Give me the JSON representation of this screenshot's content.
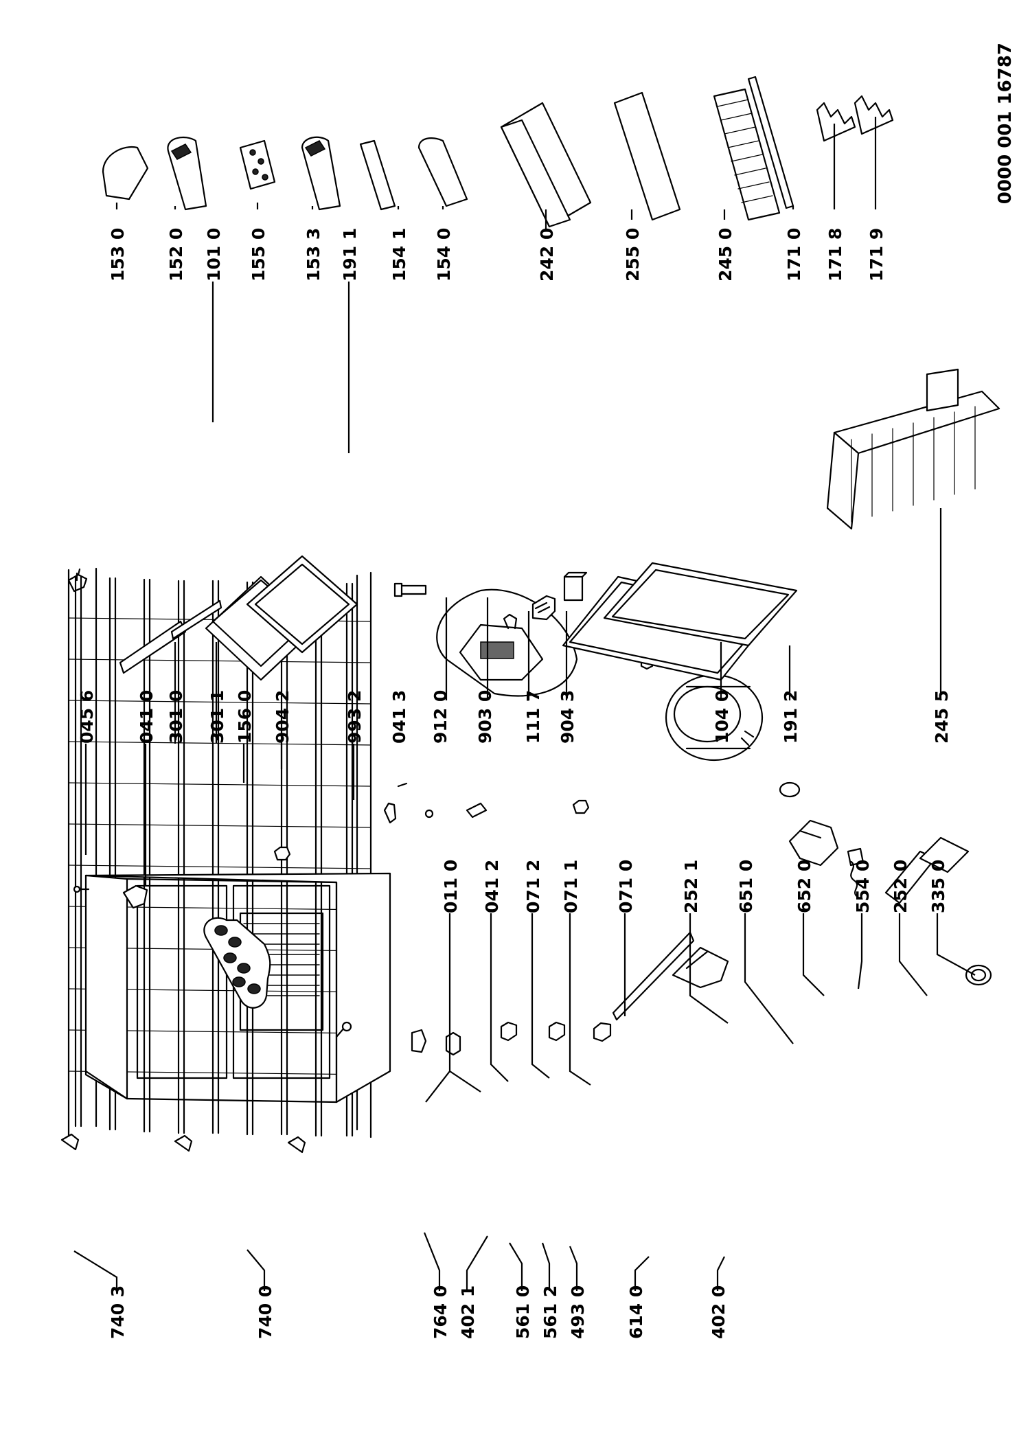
{
  "document_number": "0000 001 16787",
  "parts": [
    {
      "id": "p7403",
      "label": "740 3"
    },
    {
      "id": "p7400",
      "label": "740 0"
    },
    {
      "id": "p7640",
      "label": "764 0"
    },
    {
      "id": "p4021",
      "label": "402 1"
    },
    {
      "id": "p5610",
      "label": "561 0"
    },
    {
      "id": "p5612",
      "label": "561 2"
    },
    {
      "id": "p4930",
      "label": "493 0"
    },
    {
      "id": "p6140",
      "label": "614 0"
    },
    {
      "id": "p4020",
      "label": "402 0"
    },
    {
      "id": "p0456",
      "label": "045 6"
    },
    {
      "id": "p0410",
      "label": "041 0"
    },
    {
      "id": "p3010",
      "label": "301 0"
    },
    {
      "id": "p3011",
      "label": "301 1"
    },
    {
      "id": "p1560",
      "label": "156 0"
    },
    {
      "id": "p9042",
      "label": "904 2"
    },
    {
      "id": "p9932",
      "label": "993 2"
    },
    {
      "id": "p0110",
      "label": "011 0"
    },
    {
      "id": "p0412",
      "label": "041 2"
    },
    {
      "id": "p0712",
      "label": "071 2"
    },
    {
      "id": "p0711",
      "label": "071 1"
    },
    {
      "id": "p0710",
      "label": "071 0"
    },
    {
      "id": "p2521",
      "label": "252 1"
    },
    {
      "id": "p6510",
      "label": "651 0"
    },
    {
      "id": "p6520",
      "label": "652 0"
    },
    {
      "id": "p5540",
      "label": "554 0"
    },
    {
      "id": "p2520",
      "label": "252 0"
    },
    {
      "id": "p3350",
      "label": "335 0"
    },
    {
      "id": "p0413",
      "label": "041 3"
    },
    {
      "id": "p9120",
      "label": "912 0"
    },
    {
      "id": "p9030",
      "label": "903 0"
    },
    {
      "id": "p1117",
      "label": "111 7"
    },
    {
      "id": "p9043",
      "label": "904 3"
    },
    {
      "id": "p1040",
      "label": "104 0"
    },
    {
      "id": "p1912",
      "label": "191 2"
    },
    {
      "id": "p2455",
      "label": "245 5"
    },
    {
      "id": "p1530",
      "label": "153 0"
    },
    {
      "id": "p1520",
      "label": "152 0"
    },
    {
      "id": "p1010",
      "label": "101 0"
    },
    {
      "id": "p1550",
      "label": "155 0"
    },
    {
      "id": "p1533",
      "label": "153 3"
    },
    {
      "id": "p1911",
      "label": "191 1"
    },
    {
      "id": "p1541",
      "label": "154 1"
    },
    {
      "id": "p1540",
      "label": "154 0"
    },
    {
      "id": "p2420",
      "label": "242 0"
    },
    {
      "id": "p2550",
      "label": "255 0"
    },
    {
      "id": "p2450",
      "label": "245 0"
    },
    {
      "id": "p1710",
      "label": "171 0"
    },
    {
      "id": "p1718",
      "label": "171 8"
    },
    {
      "id": "p1719",
      "label": "171 9"
    }
  ]
}
